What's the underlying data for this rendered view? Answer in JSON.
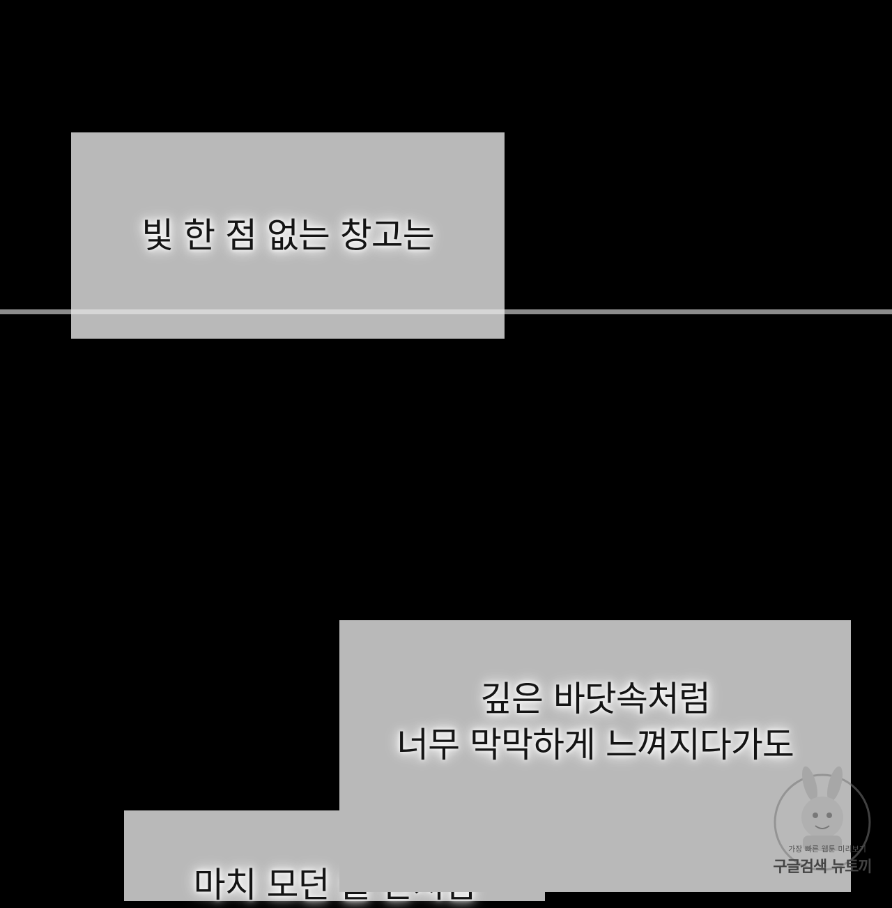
{
  "captions": {
    "first": "빛 한 점 없는 창고는",
    "second": "깊은 바닷속처럼\n너무 막막하게 느껴지다가도",
    "third": "마치 모던 술 관처럼"
  },
  "watermark": {
    "line1": "가장 빠른 웹툰 미리보기",
    "line2": "구글검색 뉴토끼"
  },
  "colors": {
    "background": "#000000",
    "panel": "#b9b9b9",
    "text": "#141414",
    "line": "#8c8c8c"
  }
}
